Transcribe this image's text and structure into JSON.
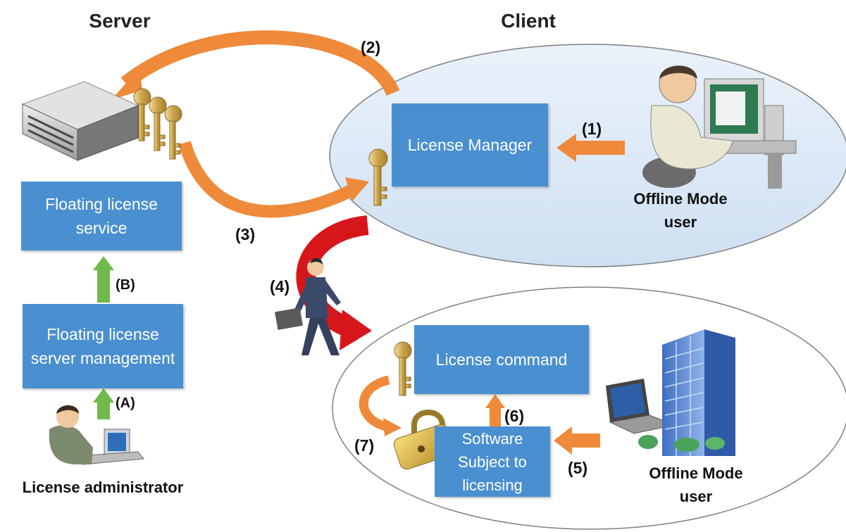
{
  "headers": {
    "server": "Server",
    "client": "Client"
  },
  "boxes": {
    "license_manager": "License Manager",
    "floating_service": "Floating license service",
    "floating_server_mgmt": "Floating license server management",
    "license_command": "License command",
    "software_subject": "Software Subject to licensing"
  },
  "steps": {
    "s1": "(1)",
    "s2": "(2)",
    "s3": "(3)",
    "s4": "(4)",
    "s5": "(5)",
    "s6": "(6)",
    "s7": "(7)",
    "sa": "(A)",
    "sb": "(B)"
  },
  "captions": {
    "offline_user_1": "Offline Mode user",
    "offline_user_2": "Offline Mode user",
    "license_admin": "License administrator"
  },
  "colors": {
    "box_fill": "#4a8fd0",
    "ellipse_fill": "#dce9f6",
    "orange_arrow": "#ee8a3a",
    "red_arrow": "#d7161c",
    "green_arrow": "#6fba4a",
    "key_gold": "#d9b45a"
  },
  "icons": [
    "server-icon",
    "key-icon",
    "office-worker-icon",
    "walking-man-icon",
    "office-building-icon",
    "laptop-icon",
    "padlock-icon",
    "admin-user-icon"
  ]
}
